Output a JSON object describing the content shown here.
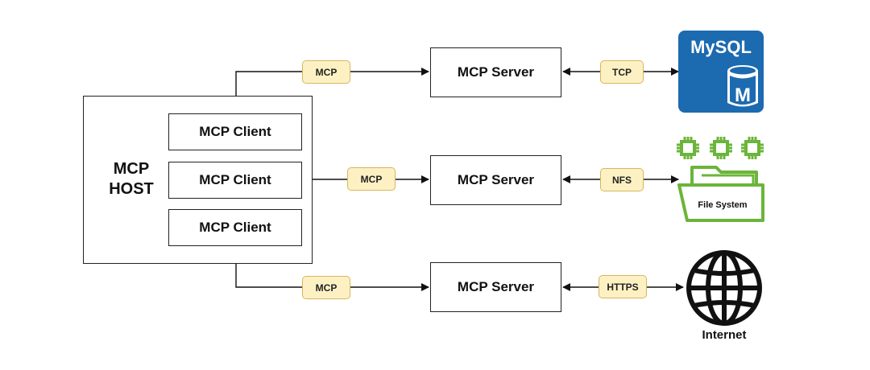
{
  "host": {
    "title_line1": "MCP",
    "title_line2": "HOST"
  },
  "clients": [
    "MCP Client",
    "MCP Client",
    "MCP Client"
  ],
  "servers": [
    "MCP Server",
    "MCP Server",
    "MCP Server"
  ],
  "links": {
    "client_to_server": [
      "MCP",
      "MCP",
      "MCP"
    ],
    "server_to_resource": [
      "TCP",
      "NFS",
      "HTTPS"
    ]
  },
  "resources": {
    "mysql": {
      "logo_text": "MySQL",
      "logo_letter": "M"
    },
    "filesystem": {
      "label": "File System"
    },
    "internet": {
      "label": "Internet"
    }
  },
  "colors": {
    "tag_fill": "#fdf1c4",
    "tag_border": "#d6b65c",
    "mysql_blue": "#1c6ab0",
    "fs_green": "#6bb53a",
    "line": "#111111"
  }
}
